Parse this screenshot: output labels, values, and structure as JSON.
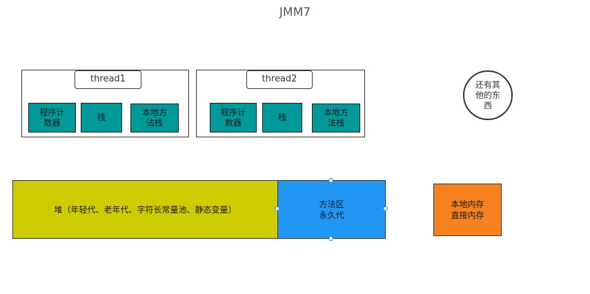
{
  "title": "JMM7",
  "threads": [
    {
      "label": "thread1",
      "cells": [
        "程序计\n数器",
        "栈",
        "本地方\n法栈"
      ]
    },
    {
      "label": "thread2",
      "cells": [
        "程序计\n数器",
        "栈",
        "本地方\n法栈"
      ]
    }
  ],
  "other_note": "还有其他的东西",
  "heap_label": "堆（年轻代、老年代、字符长常量池、静态变量）",
  "method_area_label": "方法区\n永久代",
  "native_memory_label": "本地内存\n直接内存",
  "colors": {
    "cell_fill": "#009999",
    "heap_fill": "#cccc00",
    "method_area_fill": "#2196f3",
    "native_memory_fill": "#f5821f",
    "selection_handle": "#2b7de9"
  }
}
